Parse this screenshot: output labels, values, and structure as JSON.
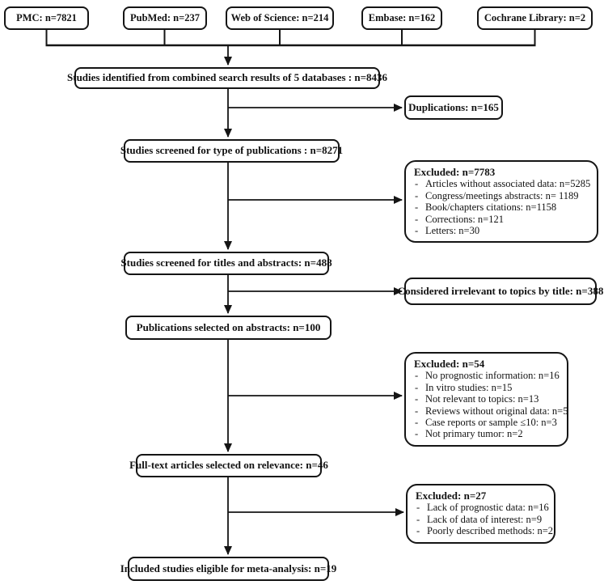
{
  "diagram": {
    "bullet": "-",
    "colors": {
      "border": "#151515",
      "background": "#ffffff",
      "text": "#121212",
      "arrow": "#151515"
    },
    "sources": [
      {
        "label": "PMC: n=7821"
      },
      {
        "label": "PubMed: n=237"
      },
      {
        "label": "Web of Science: n=214"
      },
      {
        "label": "Embase: n=162"
      },
      {
        "label": "Cochrane Library: n=2"
      }
    ],
    "main_flow": [
      {
        "label": "Studies identified from combined search results of 5 databases : n=8436"
      },
      {
        "label": "Studies screened for type of publications : n=8271"
      },
      {
        "label": "Studies screened for titles and abstracts: n=488"
      },
      {
        "label": "Publications selected on abstracts: n=100"
      },
      {
        "label": "Full-text articles selected on relevance: n=46"
      },
      {
        "label": "Included studies eligible for meta-analysis: n=19"
      }
    ],
    "side_boxes": [
      {
        "title": "Duplications: n=165",
        "items": []
      },
      {
        "title": "Excluded: n=7783",
        "items": [
          "Articles without associated data: n=5285",
          "Congress/meetings abstracts: n= 1189",
          "Book/chapters citations: n=1158",
          "Corrections: n=121",
          "Letters: n=30"
        ]
      },
      {
        "title": "Considered irrelevant to topics by title: n=388",
        "items": []
      },
      {
        "title": "Excluded: n=54",
        "items": [
          "No prognostic information: n=16",
          "In vitro studies: n=15",
          "Not relevant to topics: n=13",
          "Reviews without original data: n=5",
          "Case reports or sample ≤10: n=3",
          "Not primary tumor: n=2"
        ]
      },
      {
        "title": "Excluded: n=27",
        "items": [
          "Lack of prognostic data: n=16",
          "Lack of data of interest: n=9",
          "Poorly described methods: n=2"
        ]
      }
    ]
  }
}
